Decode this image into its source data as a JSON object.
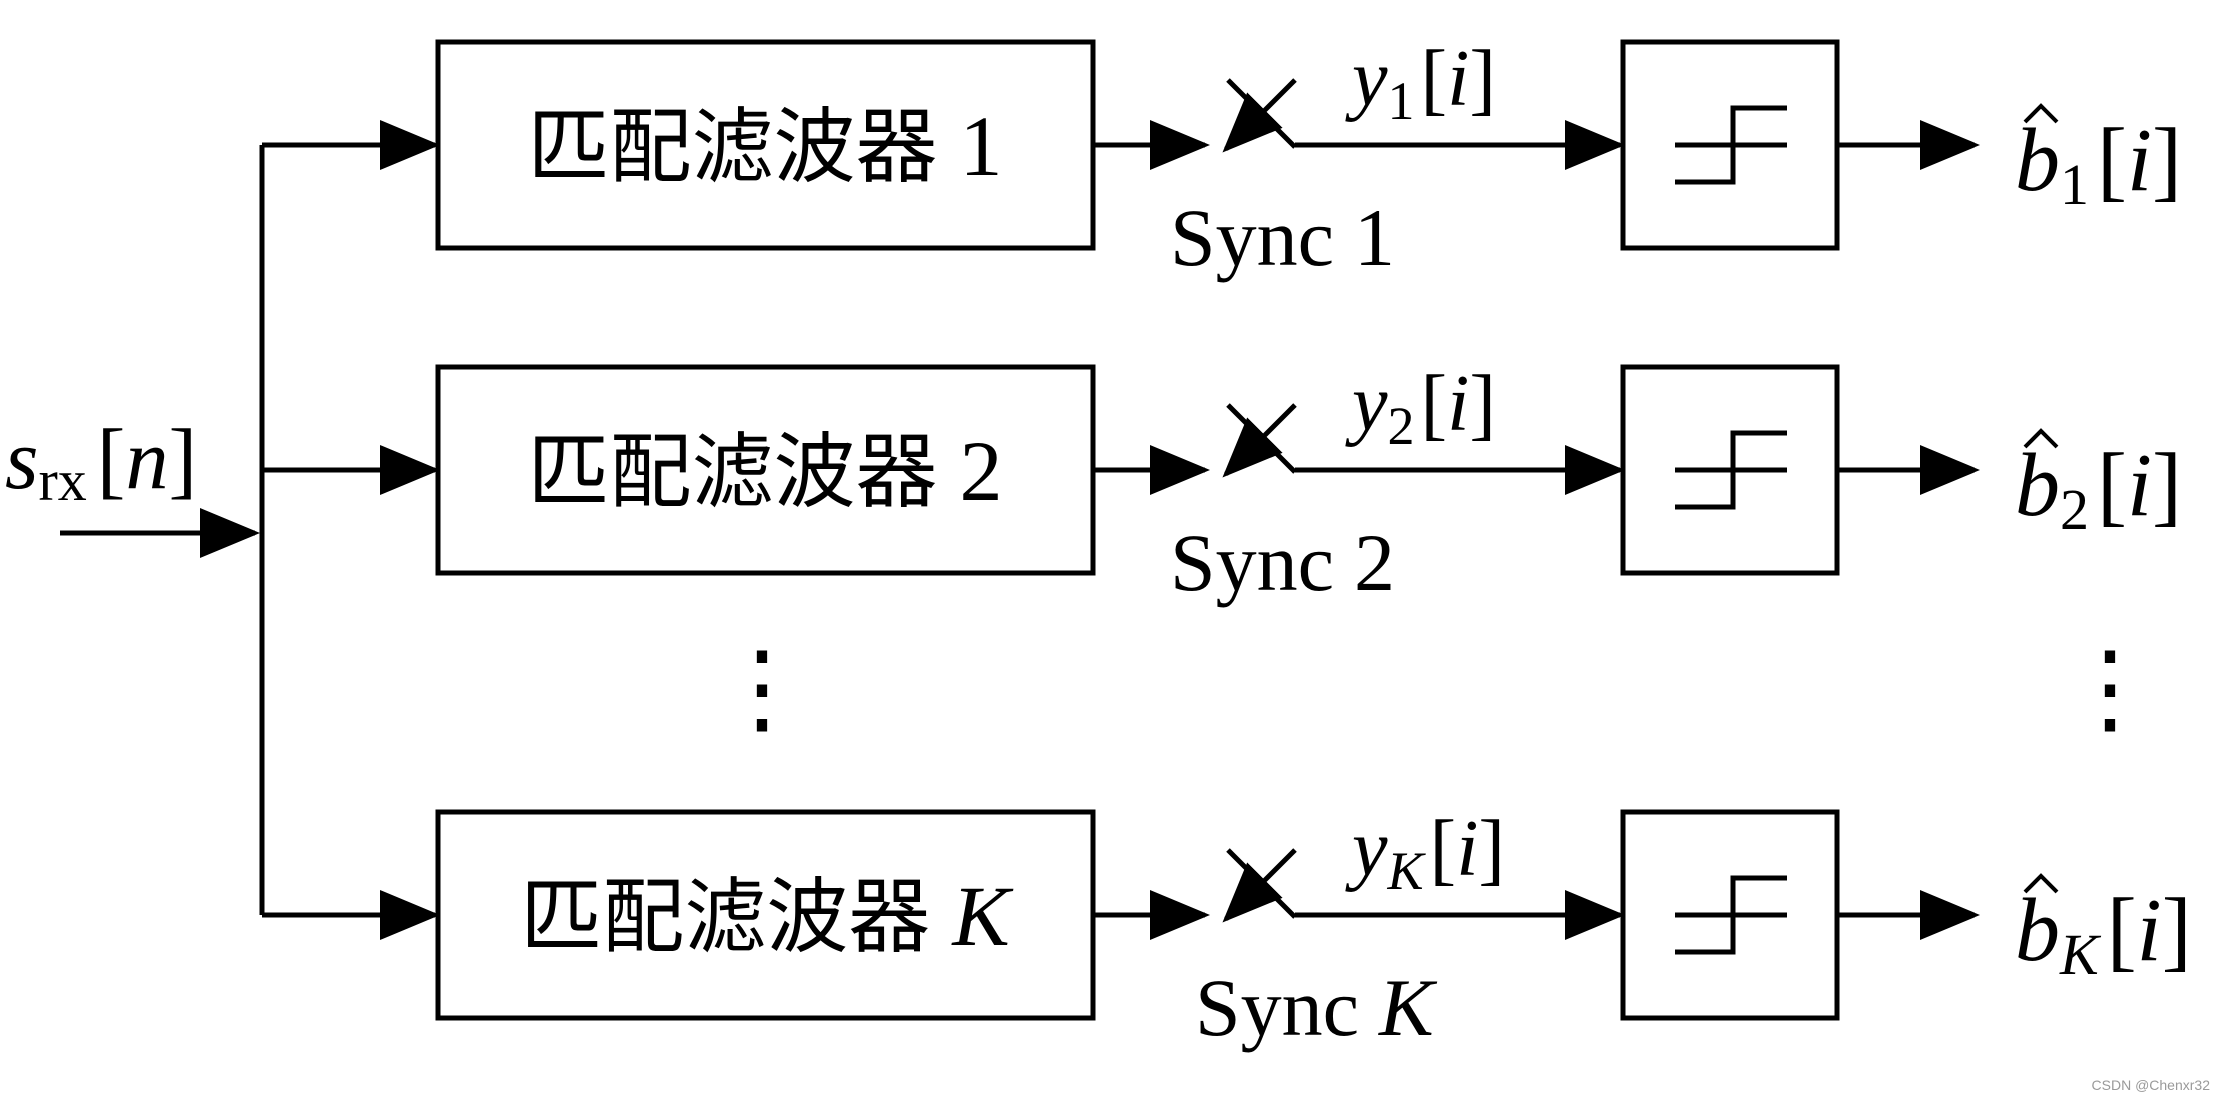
{
  "input": {
    "var": "s",
    "sub": "rx",
    "bracket_open": "[",
    "index": "n",
    "bracket_close": "]"
  },
  "branches": [
    {
      "filter_text": "匹配滤波器",
      "filter_num": "1",
      "sync_text": "Sync",
      "sync_num": "1",
      "y_var": "y",
      "y_sub": "1",
      "y_index": "i",
      "b_var": "b",
      "b_sub": "1",
      "b_index": "i",
      "num_italic": false
    },
    {
      "filter_text": "匹配滤波器",
      "filter_num": "2",
      "sync_text": "Sync",
      "sync_num": "2",
      "y_var": "y",
      "y_sub": "2",
      "y_index": "i",
      "b_var": "b",
      "b_sub": "2",
      "b_index": "i",
      "num_italic": false
    },
    {
      "filter_text": "匹配滤波器",
      "filter_num": "K",
      "sync_text": "Sync",
      "sync_num": "K",
      "y_var": "y",
      "y_sub": "K",
      "y_index": "i",
      "b_var": "b",
      "b_sub": "K",
      "b_index": "i",
      "num_italic": true
    }
  ],
  "ellipsis": "⋮",
  "watermark": "CSDN @Chenxr32",
  "colors": {
    "stroke": "#000000",
    "background": "#ffffff",
    "watermark": "#9a9a9a"
  }
}
